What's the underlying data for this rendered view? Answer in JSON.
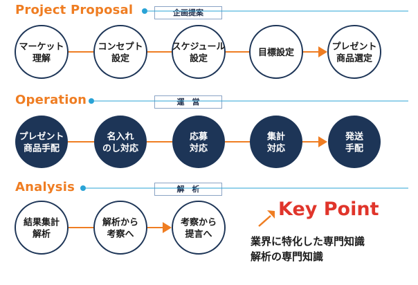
{
  "colors": {
    "orange": "#ef7d22",
    "navy": "#1d3557",
    "line_blue": "#29a3d6",
    "circle_border": "#1d3557",
    "keypoint_red": "#e0352b"
  },
  "sections": [
    {
      "title": "Project Proposal",
      "label": "企画提案",
      "filled": false,
      "steps": [
        [
          "マーケット",
          "理解"
        ],
        [
          "コンセプト",
          "設定"
        ],
        [
          "スケジュール",
          "設定"
        ],
        [
          "目標設定"
        ],
        [
          "プレゼント",
          "商品選定"
        ]
      ]
    },
    {
      "title": "Operation",
      "label": "運　営",
      "filled": true,
      "steps": [
        [
          "プレゼント",
          "商品手配"
        ],
        [
          "名入れ",
          "のし対応"
        ],
        [
          "応募",
          "対応"
        ],
        [
          "集計",
          "対応"
        ],
        [
          "発送",
          "手配"
        ]
      ]
    },
    {
      "title": "Analysis",
      "label": "解　析",
      "filled": false,
      "steps": [
        [
          "結果集計",
          "解析"
        ],
        [
          "解析から",
          "考察へ"
        ],
        [
          "考察から",
          "提言へ"
        ]
      ]
    }
  ],
  "keypoint": {
    "title": "Key Point",
    "line1": "業界に特化した専門知識",
    "line2": "解析の専門知識"
  }
}
